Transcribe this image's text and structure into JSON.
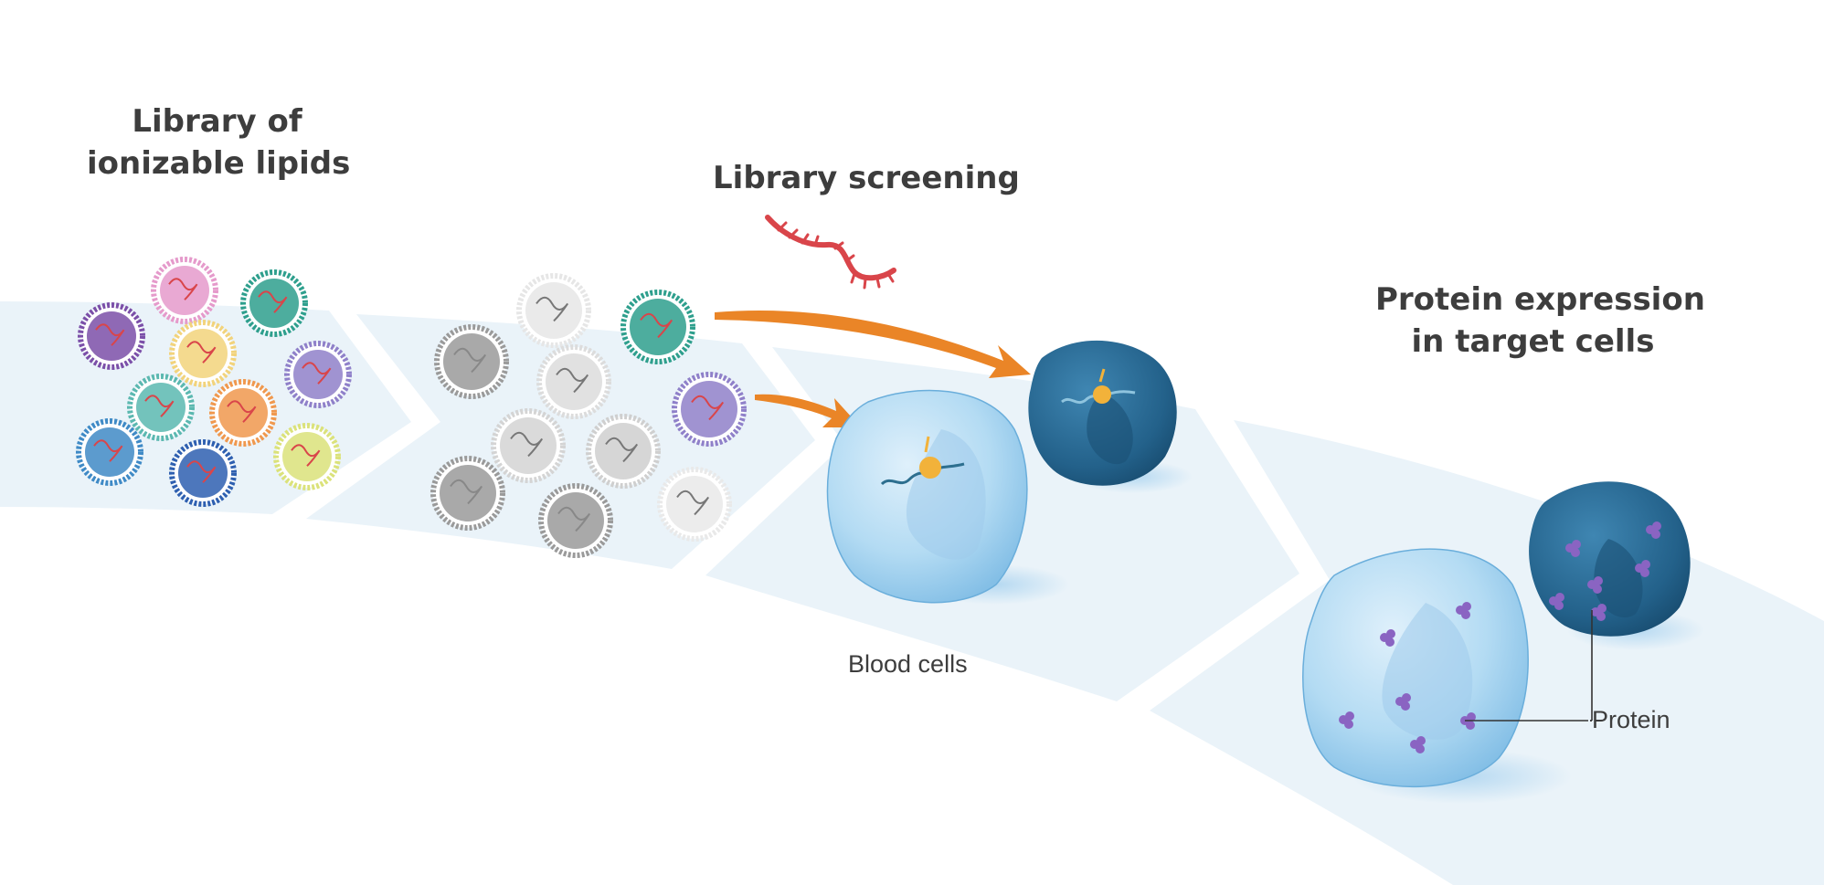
{
  "headings": {
    "library_line1": "Library of",
    "library_line2": "ionizable lipids",
    "screening": "Library screening",
    "expression_line1": "Protein expression",
    "expression_line2": "in target cells"
  },
  "labels": {
    "blood_cells": "Blood cells",
    "protein": "Protein"
  },
  "colors": {
    "band": "#eaf3f9",
    "arrow": "#ea8527",
    "mrna": "#d9454a",
    "light_cell": "#a9d4f0",
    "dark_cell": "#2e6d95",
    "protein": "#8a64c2",
    "text": "#3d3d3d"
  },
  "library_particles": [
    {
      "color": "#7b4fa8"
    },
    {
      "color": "#e59acb"
    },
    {
      "color": "#2e9f8d"
    },
    {
      "color": "#f2d37b"
    },
    {
      "color": "#8f80c9"
    },
    {
      "color": "#5bb8b0"
    },
    {
      "color": "#f0984e"
    },
    {
      "color": "#3f8ac6"
    },
    {
      "color": "#2e5fb0"
    },
    {
      "color": "#dbe27a"
    }
  ],
  "screened_particles": [
    {
      "color": "#9a9a9a"
    },
    {
      "color": "#e6e6e6"
    },
    {
      "color": "#2e9f8d"
    },
    {
      "color": "#dcdcdc"
    },
    {
      "color": "#8f80c9"
    },
    {
      "color": "#d4d4d4"
    },
    {
      "color": "#cfcfcf"
    },
    {
      "color": "#9a9a9a"
    },
    {
      "color": "#9a9a9a"
    },
    {
      "color": "#e9e9e9"
    }
  ]
}
